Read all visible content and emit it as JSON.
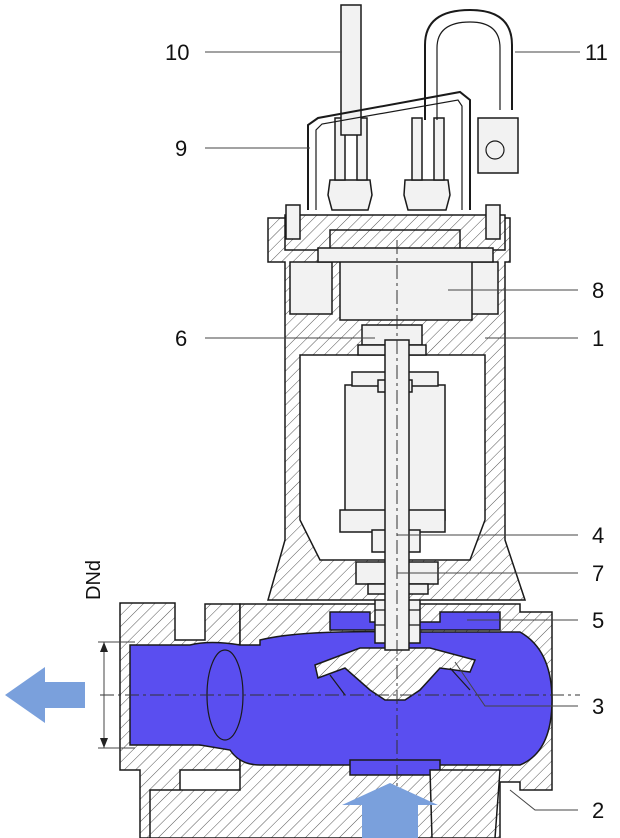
{
  "callouts": {
    "c10": "10",
    "c11": "11",
    "c9": "9",
    "c8": "8",
    "c6": "6",
    "c1": "1",
    "c4": "4",
    "c7": "7",
    "c5": "5",
    "c3": "3",
    "c2": "2"
  },
  "dimension_label": "DNd",
  "colors": {
    "fluid": "#5a4ef0",
    "arrow": "#7aa0dc",
    "line": "#1a1a1a"
  },
  "icons": {
    "outlet_arrow": "arrow-left-icon",
    "inlet_arrow": "arrow-up-icon"
  }
}
